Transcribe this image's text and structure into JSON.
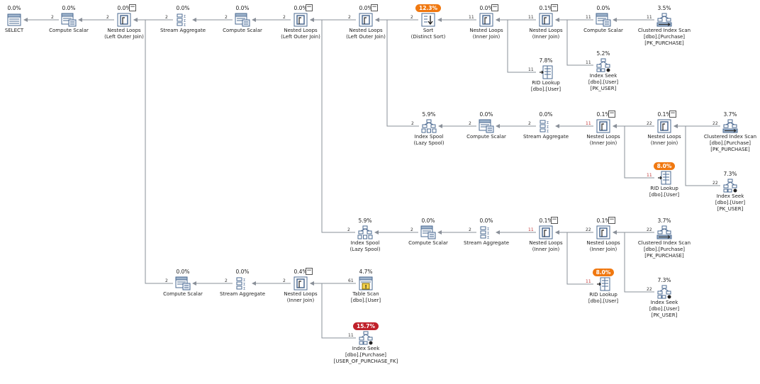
{
  "colors": {
    "edge": "#8a9099",
    "highlight_orange": "#f07810",
    "highlight_red": "#c0202a",
    "icon_blue": "#4a6890"
  },
  "nodes": [
    {
      "id": "select",
      "cost": "0.0%",
      "label": [
        "SELECT"
      ],
      "icon": "select-icon"
    },
    {
      "id": "compute_scalar_1",
      "cost": "0.0%",
      "label": [
        "Compute Scalar"
      ],
      "icon": "compute-scalar-icon"
    },
    {
      "id": "nested_loops_1",
      "cost": "0.0%",
      "label": [
        "Nested Loops",
        "(Left Outer Join)"
      ],
      "icon": "nested-loops-icon",
      "collapse": "−"
    },
    {
      "id": "stream_aggregate_1",
      "cost": "0.0%",
      "label": [
        "Stream Aggregate"
      ],
      "icon": "stream-aggregate-icon"
    },
    {
      "id": "compute_scalar_2",
      "cost": "0.0%",
      "label": [
        "Compute Scalar"
      ],
      "icon": "compute-scalar-icon"
    },
    {
      "id": "nested_loops_2",
      "cost": "0.0%",
      "label": [
        "Nested Loops",
        "(Left Outer Join)"
      ],
      "icon": "nested-loops-icon",
      "collapse": "−"
    },
    {
      "id": "nested_loops_3",
      "cost": "0.0%",
      "label": [
        "Nested Loops",
        "(Left Outer Join)"
      ],
      "icon": "nested-loops-icon",
      "collapse": "−"
    },
    {
      "id": "sort",
      "cost": "12.3%",
      "highlight": "orange",
      "label": [
        "Sort",
        "(Distinct Sort)"
      ],
      "icon": "sort-icon"
    },
    {
      "id": "nested_loops_4",
      "cost": "0.0%",
      "label": [
        "Nested Loops",
        "(Inner Join)"
      ],
      "icon": "nested-loops-icon",
      "collapse": "−"
    },
    {
      "id": "nested_loops_5",
      "cost": "0.1%",
      "label": [
        "Nested Loops",
        "(Inner Join)"
      ],
      "icon": "nested-loops-icon",
      "collapse": "−"
    },
    {
      "id": "compute_scalar_3",
      "cost": "0.0%",
      "label": [
        "Compute Scalar"
      ],
      "icon": "compute-scalar-icon"
    },
    {
      "id": "clustered_index_scan_1",
      "cost": "3.5%",
      "label": [
        "Clustered Index Scan",
        "[dbo].[Purchase]",
        "[PK_PURCHASE]"
      ],
      "icon": "clustered-index-scan-icon"
    },
    {
      "id": "index_seek_1",
      "cost": "5.2%",
      "label": [
        "Index Seek",
        "[dbo].[User]",
        "[PK_USER]"
      ],
      "icon": "index-seek-icon"
    },
    {
      "id": "rid_lookup_1",
      "cost": "7.8%",
      "label": [
        "RID Lookup",
        "[dbo].[User]"
      ],
      "icon": "rid-lookup-icon"
    },
    {
      "id": "index_spool_1",
      "cost": "5.9%",
      "label": [
        "Index Spool",
        "(Lazy Spool)"
      ],
      "icon": "index-spool-icon"
    },
    {
      "id": "compute_scalar_4",
      "cost": "0.0%",
      "label": [
        "Compute Scalar"
      ],
      "icon": "compute-scalar-icon"
    },
    {
      "id": "stream_aggregate_2",
      "cost": "0.0%",
      "label": [
        "Stream Aggregate"
      ],
      "icon": "stream-aggregate-icon"
    },
    {
      "id": "nested_loops_6",
      "cost": "0.1%",
      "label": [
        "Nested Loops",
        "(Inner Join)"
      ],
      "icon": "nested-loops-icon",
      "collapse": "−"
    },
    {
      "id": "nested_loops_7",
      "cost": "0.1%",
      "label": [
        "Nested Loops",
        "(Inner Join)"
      ],
      "icon": "nested-loops-icon",
      "collapse": "−"
    },
    {
      "id": "clustered_index_scan_2",
      "cost": "3.7%",
      "label": [
        "Clustered Index Scan",
        "[dbo].[Purchase]",
        "[PK_PURCHASE]"
      ],
      "icon": "clustered-index-scan-icon"
    },
    {
      "id": "rid_lookup_2",
      "cost": "8.0%",
      "highlight": "orange",
      "label": [
        "RID Lookup",
        "[dbo].[User]"
      ],
      "icon": "rid-lookup-icon"
    },
    {
      "id": "index_seek_2",
      "cost": "7.3%",
      "label": [
        "Index Seek",
        "[dbo].[User]",
        "[PK_USER]"
      ],
      "icon": "index-seek-icon"
    },
    {
      "id": "index_spool_2",
      "cost": "5.9%",
      "label": [
        "Index Spool",
        "(Lazy Spool)"
      ],
      "icon": "index-spool-icon"
    },
    {
      "id": "compute_scalar_5",
      "cost": "0.0%",
      "label": [
        "Compute Scalar"
      ],
      "icon": "compute-scalar-icon"
    },
    {
      "id": "stream_aggregate_3",
      "cost": "0.0%",
      "label": [
        "Stream Aggregate"
      ],
      "icon": "stream-aggregate-icon"
    },
    {
      "id": "nested_loops_8",
      "cost": "0.1%",
      "label": [
        "Nested Loops",
        "(Inner Join)"
      ],
      "icon": "nested-loops-icon",
      "collapse": "−"
    },
    {
      "id": "nested_loops_9",
      "cost": "0.1%",
      "label": [
        "Nested Loops",
        "(Inner Join)"
      ],
      "icon": "nested-loops-icon",
      "collapse": "−"
    },
    {
      "id": "clustered_index_scan_3",
      "cost": "3.7%",
      "label": [
        "Clustered Index Scan",
        "[dbo].[Purchase]",
        "[PK_PURCHASE]"
      ],
      "icon": "clustered-index-scan-icon"
    },
    {
      "id": "rid_lookup_3",
      "cost": "8.0%",
      "highlight": "orange",
      "label": [
        "RID Lookup",
        "[dbo].[User]"
      ],
      "icon": "rid-lookup-icon"
    },
    {
      "id": "index_seek_3",
      "cost": "7.3%",
      "label": [
        "Index Seek",
        "[dbo].[User]",
        "[PK_USER]"
      ],
      "icon": "index-seek-icon"
    },
    {
      "id": "compute_scalar_6",
      "cost": "0.0%",
      "label": [
        "Compute Scalar"
      ],
      "icon": "compute-scalar-icon"
    },
    {
      "id": "stream_aggregate_4",
      "cost": "0.0%",
      "label": [
        "Stream Aggregate"
      ],
      "icon": "stream-aggregate-icon"
    },
    {
      "id": "nested_loops_10",
      "cost": "0.4%",
      "label": [
        "Nested Loops",
        "(Inner Join)"
      ],
      "icon": "nested-loops-icon",
      "collapse": "−"
    },
    {
      "id": "table_scan",
      "cost": "4.7%",
      "label": [
        "Table Scan",
        "[dbo].[User]"
      ],
      "icon": "table-scan-icon"
    },
    {
      "id": "index_seek_4",
      "cost": "15.7%",
      "highlight": "red",
      "label": [
        "Index Seek",
        "[dbo].[Purchase]",
        "[USER_OF_PURCHASE_FK]"
      ],
      "icon": "index-seek-icon"
    }
  ],
  "edges": [
    {
      "from": "select",
      "to": "compute_scalar_1",
      "rows": "2"
    },
    {
      "from": "compute_scalar_1",
      "to": "nested_loops_1",
      "rows": "2"
    },
    {
      "from": "nested_loops_1",
      "to": "stream_aggregate_1",
      "rows": "2"
    },
    {
      "from": "stream_aggregate_1",
      "to": "compute_scalar_2",
      "rows": "2"
    },
    {
      "from": "compute_scalar_2",
      "to": "nested_loops_2",
      "rows": "2"
    },
    {
      "from": "nested_loops_2",
      "to": "nested_loops_3",
      "rows": "2"
    },
    {
      "from": "nested_loops_3",
      "to": "sort",
      "rows": "2"
    },
    {
      "from": "sort",
      "to": "nested_loops_4",
      "rows": "11"
    },
    {
      "from": "nested_loops_4",
      "to": "nested_loops_5",
      "rows": "11"
    },
    {
      "from": "nested_loops_5",
      "to": "compute_scalar_3",
      "rows": "11"
    },
    {
      "from": "compute_scalar_3",
      "to": "clustered_index_scan_1",
      "rows": "11"
    },
    {
      "from": "nested_loops_5",
      "to": "index_seek_1",
      "rows": "11"
    },
    {
      "from": "nested_loops_4",
      "to": "rid_lookup_1",
      "rows": "11"
    },
    {
      "from": "nested_loops_3",
      "to": "index_spool_1",
      "rows": "2"
    },
    {
      "from": "index_spool_1",
      "to": "compute_scalar_4",
      "rows": "2"
    },
    {
      "from": "compute_scalar_4",
      "to": "stream_aggregate_2",
      "rows": "2"
    },
    {
      "from": "stream_aggregate_2",
      "to": "nested_loops_6",
      "rows": "11",
      "red": true
    },
    {
      "from": "nested_loops_6",
      "to": "nested_loops_7",
      "rows": "22"
    },
    {
      "from": "nested_loops_7",
      "to": "clustered_index_scan_2",
      "rows": "22"
    },
    {
      "from": "nested_loops_7",
      "to": "index_seek_2",
      "rows": "22"
    },
    {
      "from": "nested_loops_6",
      "to": "rid_lookup_2",
      "rows": "11",
      "red": true
    },
    {
      "from": "nested_loops_2",
      "to": "index_spool_2",
      "rows": "2"
    },
    {
      "from": "index_spool_2",
      "to": "compute_scalar_5",
      "rows": "2"
    },
    {
      "from": "compute_scalar_5",
      "to": "stream_aggregate_3",
      "rows": "2"
    },
    {
      "from": "stream_aggregate_3",
      "to": "nested_loops_8",
      "rows": "11",
      "red": true
    },
    {
      "from": "nested_loops_8",
      "to": "nested_loops_9",
      "rows": "22"
    },
    {
      "from": "nested_loops_9",
      "to": "clustered_index_scan_3",
      "rows": "22"
    },
    {
      "from": "nested_loops_9",
      "to": "index_seek_3",
      "rows": "22"
    },
    {
      "from": "nested_loops_8",
      "to": "rid_lookup_3",
      "rows": "11",
      "red": true
    },
    {
      "from": "nested_loops_1",
      "to": "compute_scalar_6",
      "rows": "2"
    },
    {
      "from": "compute_scalar_6",
      "to": "stream_aggregate_4",
      "rows": "2"
    },
    {
      "from": "stream_aggregate_4",
      "to": "nested_loops_10",
      "rows": "2"
    },
    {
      "from": "nested_loops_10",
      "to": "table_scan",
      "rows": "61"
    },
    {
      "from": "nested_loops_10",
      "to": "index_seek_4",
      "rows": "11"
    }
  ]
}
